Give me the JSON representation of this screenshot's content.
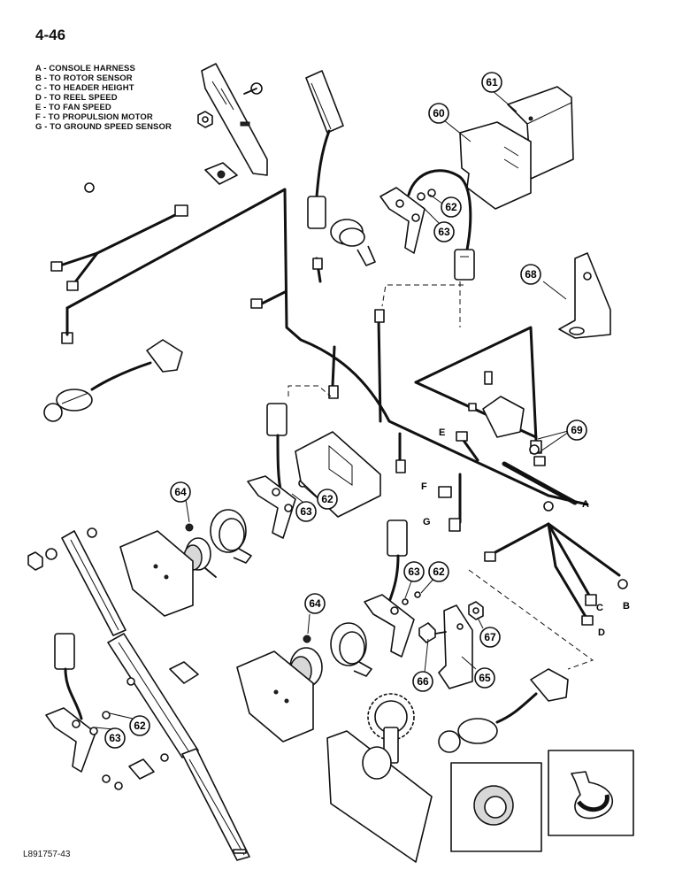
{
  "page_number": "4-46",
  "figure_id": "L891757-43",
  "legend": [
    {
      "key": "A",
      "text": "A - CONSOLE HARNESS"
    },
    {
      "key": "B",
      "text": "B - TO ROTOR SENSOR"
    },
    {
      "key": "C",
      "text": "C - TO HEADER HEIGHT"
    },
    {
      "key": "D",
      "text": "D - TO REEL SPEED"
    },
    {
      "key": "E",
      "text": "E - TO FAN SPEED"
    },
    {
      "key": "F",
      "text": "F - TO PROPULSION MOTOR"
    },
    {
      "key": "G",
      "text": "G - TO GROUND SPEED SENSOR"
    }
  ],
  "callouts": {
    "c61": "61",
    "c60": "60",
    "c62a": "62",
    "c63a": "63",
    "c68": "68",
    "c69": "69",
    "c64a": "64",
    "c63b": "63",
    "c62b": "62",
    "c63c": "63",
    "c62c": "62",
    "c64b": "64",
    "c67": "67",
    "c66": "66",
    "c65": "65",
    "c63d": "63",
    "c62d": "62"
  },
  "wire_letters": {
    "A": "A",
    "B": "B",
    "C": "C",
    "D": "D",
    "E": "E",
    "F": "F",
    "G": "G"
  }
}
